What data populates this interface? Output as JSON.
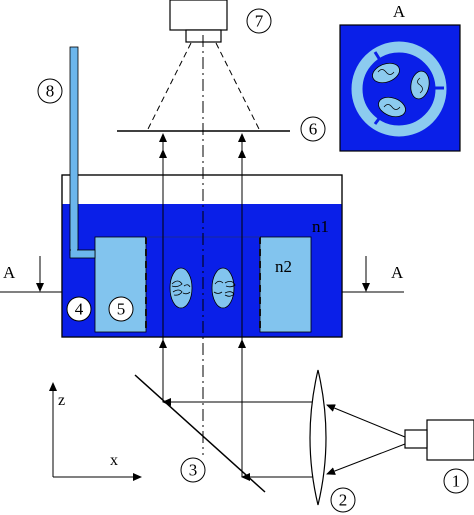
{
  "callouts": {
    "c1": "1",
    "c2": "2",
    "c3": "3",
    "c4": "4",
    "c5": "5",
    "c6": "6",
    "c7": "7",
    "c8": "8"
  },
  "labels": {
    "n1": "n1",
    "n2": "n2",
    "section_left": "A",
    "section_right": "A",
    "inset_title": "A",
    "axis_z": "z",
    "axis_x": "x"
  },
  "colors": {
    "tank_liquid": "#0a1fe8",
    "inner_block": "#82c4ee",
    "inset_ring": "#8ccbef",
    "outline": "#000000"
  }
}
